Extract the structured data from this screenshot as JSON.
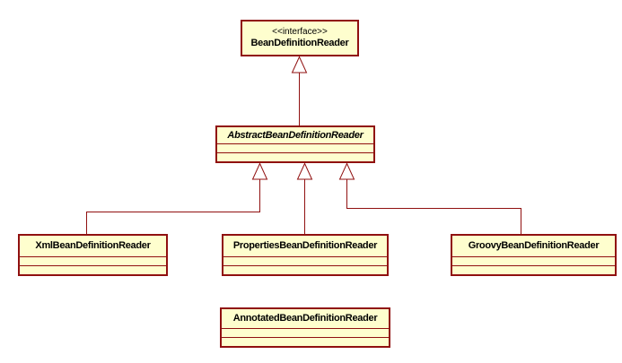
{
  "colors": {
    "fill": "#FEFECE",
    "border": "#901010",
    "text": "#000000",
    "background": "#FFFFFF"
  },
  "classes": {
    "interface": {
      "stereotype": "<<interface>>",
      "name": "BeanDefinitionReader"
    },
    "abstract": {
      "name": "AbstractBeanDefinitionReader"
    },
    "xml": {
      "name": "XmlBeanDefinitionReader"
    },
    "properties": {
      "name": "PropertiesBeanDefinitionReader"
    },
    "groovy": {
      "name": "GroovyBeanDefinitionReader"
    },
    "annotated": {
      "name": "AnnotatedBeanDefinitionReader"
    }
  },
  "relations": [
    {
      "from": "AbstractBeanDefinitionReader",
      "to": "BeanDefinitionReader",
      "type": "generalization",
      "arrow": "hollow-triangle",
      "line": "solid"
    },
    {
      "from": "XmlBeanDefinitionReader",
      "to": "AbstractBeanDefinitionReader",
      "type": "generalization",
      "arrow": "hollow-triangle",
      "line": "solid"
    },
    {
      "from": "PropertiesBeanDefinitionReader",
      "to": "AbstractBeanDefinitionReader",
      "type": "generalization",
      "arrow": "hollow-triangle",
      "line": "solid"
    },
    {
      "from": "GroovyBeanDefinitionReader",
      "to": "AbstractBeanDefinitionReader",
      "type": "generalization",
      "arrow": "hollow-triangle",
      "line": "solid"
    }
  ]
}
